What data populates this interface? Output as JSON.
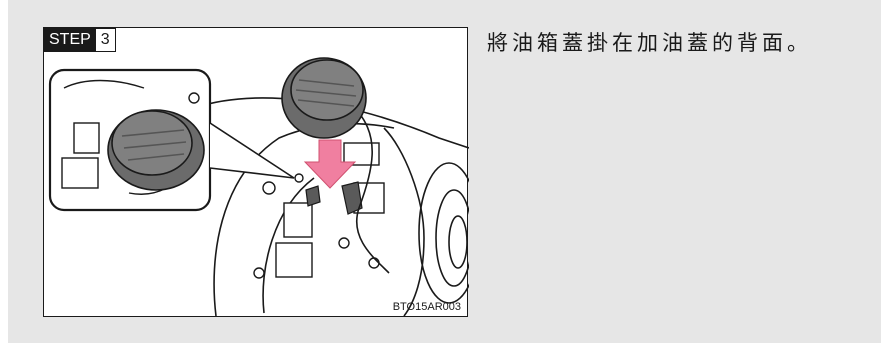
{
  "figure": {
    "step_label": "STEP",
    "step_number": "3",
    "code": "BTO15AR003",
    "arrow_color": "#f07fa0"
  },
  "instruction": {
    "text": "將油箱蓋掛在加油蓋的背面。"
  }
}
